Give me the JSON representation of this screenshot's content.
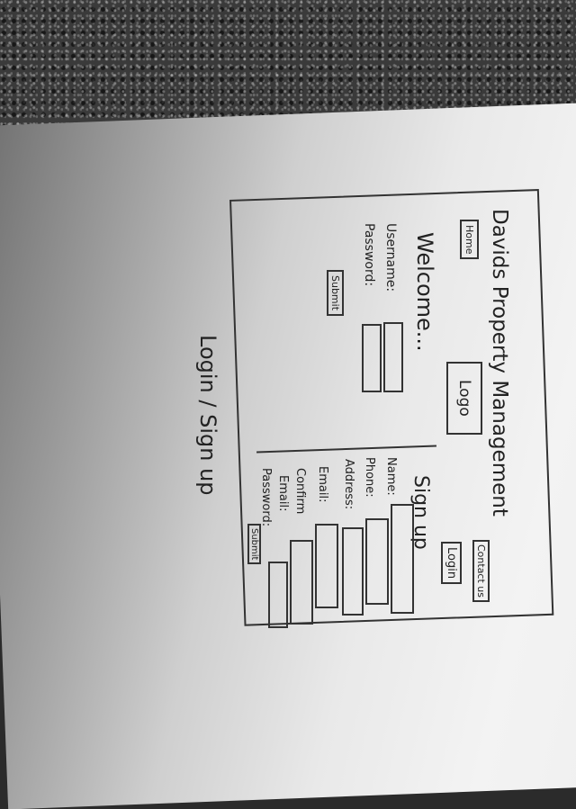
{
  "sketch": {
    "site_title": "Davids Property Management",
    "nav": {
      "home": "Home",
      "contact": "Contact us",
      "login": "Login"
    },
    "logo": "Logo",
    "welcome": "Welcome...",
    "login_form": {
      "username_label": "Username:",
      "password_label": "Password:",
      "submit": "Submit"
    },
    "signup": {
      "heading": "Sign up",
      "name_label": "Name:",
      "phone_label": "Phone:",
      "address_label": "Address:",
      "email_label": "Email:",
      "confirm_label": "Confirm",
      "confirm_email_label": "Email:",
      "password_label": "Password:",
      "submit": "Submit"
    },
    "caption": "Login / Sign up"
  },
  "colors": {
    "ink": "#222222",
    "paper": "#efefef"
  }
}
